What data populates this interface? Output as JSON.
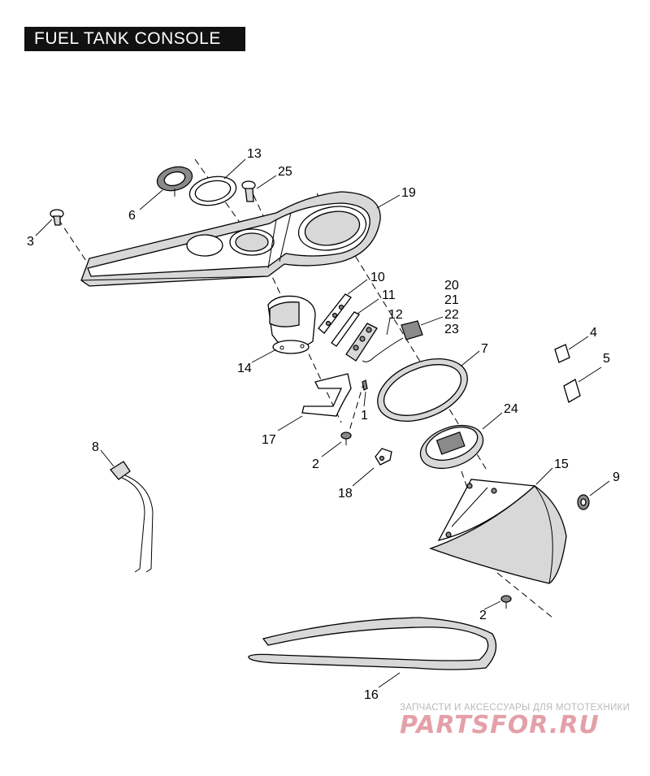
{
  "title": "FUEL TANK CONSOLE",
  "callouts": [
    "13",
    "25",
    "19",
    "6",
    "3",
    "10",
    "11",
    "12",
    "20",
    "21",
    "22",
    "23",
    "14",
    "7",
    "4",
    "5",
    "1",
    "17",
    "24",
    "8",
    "2",
    "18",
    "15",
    "9",
    "16"
  ],
  "watermark": {
    "tagline": "ЗАПЧАСТИ И АКСЕССУАРЫ ДЛЯ МОТОТЕХНИКИ",
    "logo": "PARTSFOR.RU"
  }
}
